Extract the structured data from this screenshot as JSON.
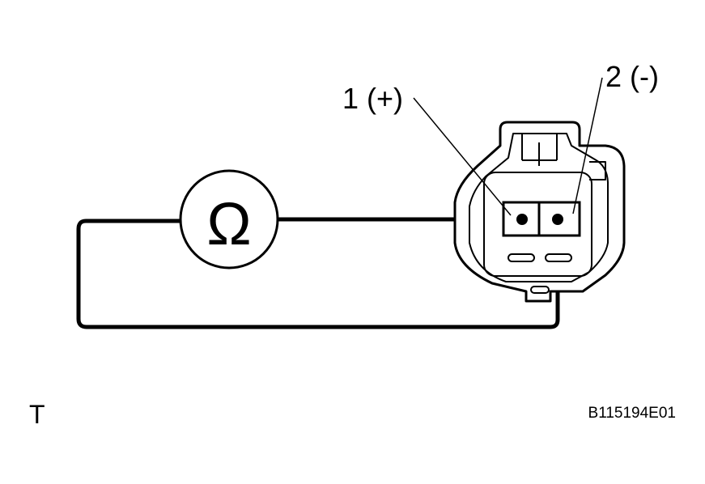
{
  "diagram": {
    "meter_symbol": "Ω",
    "terminal_1_label": "1 (+)",
    "terminal_2_label": "2 (-)",
    "corner_letter": "T",
    "figure_id": "B115194E01"
  }
}
